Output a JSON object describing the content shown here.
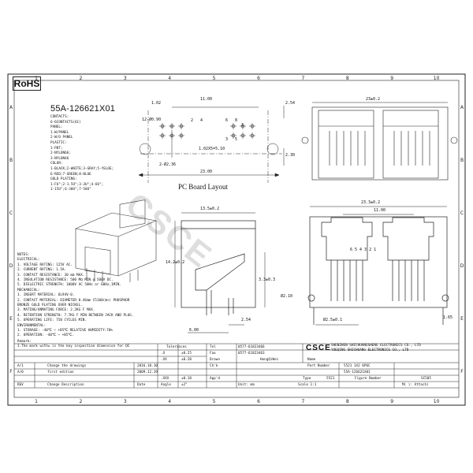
{
  "frame": {
    "col_numbers": [
      "1",
      "2",
      "3",
      "4",
      "5",
      "6",
      "7",
      "8",
      "9",
      "10"
    ],
    "row_letters": [
      "A",
      "B",
      "C",
      "D",
      "E",
      "F"
    ]
  },
  "rohs": "RoHS",
  "part_number": "55A-126621X01",
  "part_code": [
    "CONTACTS:",
    "6-6CONTACTS(6C)",
    "PANEL:",
    "1-W/PANEL",
    "2-W/O PANEL",
    "PLASTIC:",
    "1-PBT;",
    "2-NYLON66;",
    "3-NYLON46",
    "COLOR:",
    "1-BLACK;2-WHITE;3-GRAY;5-YELOE;",
    "6-RED;7-GREEN;8-BLUE",
    "GOLD PLATING:",
    "1-FU\";2-1.5U\";3-3U\";4-6U\";",
    "1-15U\";6-30U\";7-50U\""
  ],
  "pcb_layout": {
    "title": "PC Board Layout",
    "dims": [
      "1.02",
      "11.00",
      "12-Ø0.90",
      "2.54",
      "1.02X5=5.10",
      "2-Ø2.36",
      "23.00",
      "2.30"
    ],
    "pin_numbers": [
      "2",
      "4",
      "6",
      "8",
      "1",
      "3",
      "5"
    ]
  },
  "front_view_top": {
    "dims": [
      "23±0.2"
    ]
  },
  "side_view": {
    "dims": [
      "13.5±0.2",
      "14.2±0.2",
      "3.3±0.3",
      "2.54",
      "6.00"
    ]
  },
  "front_view": {
    "dims": [
      "23.3±0.2",
      "11.00",
      "6 5 4 3 2 1",
      "Ø2.10",
      "Ø2.5±0.1",
      "1.65"
    ]
  },
  "watermark": "CSCE",
  "notes": [
    "NOTES:",
    "ELECTRICAL:",
    "1. VOLTAGE RATING: 125V AC.",
    "2. CURRENT RATING: 1.5A.",
    "3. CONTACT RESISTANCE: 30 mΩ MAX.",
    "4. INSULATION RESISTANCE: 500 MΩ MIN @ 500V DC.",
    "5. DIELECTRIC STRENGTH: 1000V AC 50Hz or 60Hz,1MIN.",
    "MECHANICAL:",
    "1. INSERT MATERIAL: UL94V-0.",
    "2. CONTACT MATERIAL: DIAMETER 0.46mm C5100(Φ×) PHOSPHOR",
    "   BRONZE GOLD PLATING OVER NICKEL.",
    "3. MATING/UNMATING FORCE: 2.2KG F MAX.",
    "4. RETENTION STRENGTH: 7.7KG F MIN BETWEEN JACK AND PLUG.",
    "5. OPERATING LIFE: 750 CYCLES MIN.",
    "ENVIRONMENTAL:",
    "1. STORAGE: -40℃ ~ +85℃ RELATIVE HUMIDITY:70%",
    "2. OPERATION: -40℃ ~ +85℃."
  ],
  "title_block": {
    "remark_label": "Remark:",
    "remark_text": "1.The mark with★ is the key inspection dimension for QC",
    "tolerances_label": "Tolerances",
    "tol_x": ".X",
    "tol_xv": "±0.25",
    "tol_xx": ".XX",
    "tol_xxv": "±0.20",
    "tol_xxx": ".XXX",
    "tol_xxxv": "±0.10",
    "angle_label": "Angle",
    "angle_val": "±2°",
    "tel_label": "Tel",
    "tel_val": "0577-61823466",
    "fax_label": "Fax",
    "fax_val": "0577-61823463",
    "drawn_label": "Drawn",
    "drawn_val": "HongQiWei",
    "checked_label": "Ch'k",
    "appd_label": "App'd",
    "unit_label": "Unit: mm",
    "logo": "CSCE",
    "company1": "SHENZHEN SHICHUANGSHENG ELECTRONICS CO., LTD",
    "company2": "YUEQING SHICHUANG ELECTRONICS CO., LTD",
    "name_label": "Name",
    "name_val": "5521 1X2 6P6C",
    "part_label": "Part Number",
    "part_val": "55A-126621X01",
    "type_label": "Type",
    "type_val": "5521",
    "figure_label": "Figure Number",
    "figure_val": "SC505",
    "scale_label": "Scale 1:1",
    "sheet_label": "M( ): Attach)",
    "rev_rows": [
      {
        "rev": "A/1",
        "desc": "Change the drawings",
        "date": "2016.10.10"
      },
      {
        "rev": "A/0",
        "desc": "first edition",
        "date": "2009.12.19"
      }
    ],
    "rev_header": {
      "rev": "REV",
      "desc": "Change Description",
      "date": "Date"
    }
  }
}
